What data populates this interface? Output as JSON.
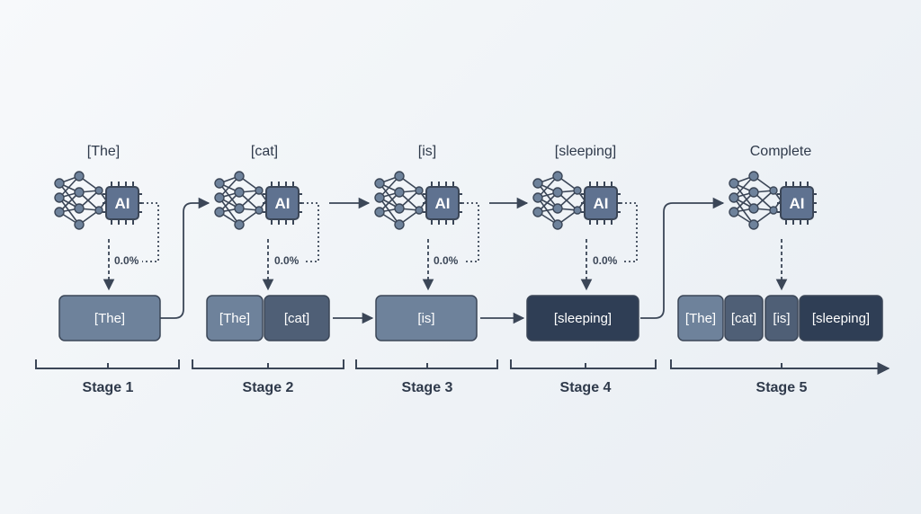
{
  "colors": {
    "ink": "#3b4657",
    "token_light": "#6e829b",
    "token_mid": "#4f5f76",
    "token_dark": "#2f3e55",
    "chip": "#5f7290"
  },
  "stages": [
    {
      "title": "[The]",
      "percent": "0.0%",
      "label": "Stage 1",
      "tokens": [
        {
          "text": "[The]",
          "shade": "light"
        }
      ]
    },
    {
      "title": "[cat]",
      "percent": "0.0%",
      "label": "Stage 2",
      "tokens": [
        {
          "text": "[The]",
          "shade": "light"
        },
        {
          "text": "[cat]",
          "shade": "mid"
        }
      ]
    },
    {
      "title": "[is]",
      "percent": "0.0%",
      "label": "Stage 3",
      "tokens": [
        {
          "text": "[is]",
          "shade": "light"
        }
      ]
    },
    {
      "title": "[sleeping]",
      "percent": "0.0%",
      "label": "Stage 4",
      "tokens": [
        {
          "text": "[sleeping]",
          "shade": "dark"
        }
      ]
    },
    {
      "title": "Complete",
      "percent": "",
      "label": "Stage 5",
      "tokens": [
        {
          "text": "[The]",
          "shade": "light"
        },
        {
          "text": "[cat]",
          "shade": "mid"
        },
        {
          "text": "[is]",
          "shade": "mid"
        },
        {
          "text": "[sleeping]",
          "shade": "dark"
        }
      ]
    }
  ],
  "chip_label": "AI"
}
